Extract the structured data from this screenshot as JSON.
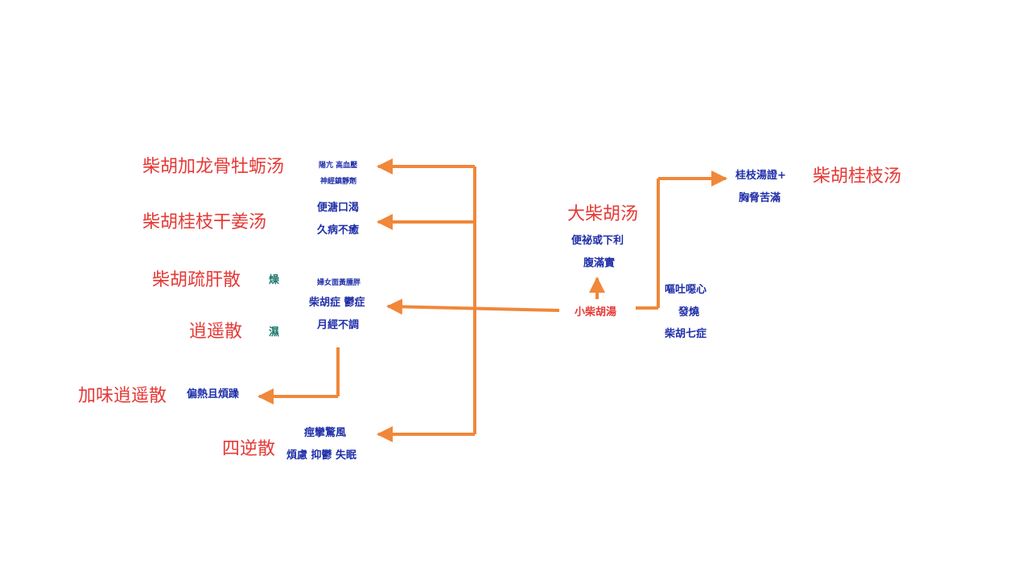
{
  "colors": {
    "formula": "#e53935",
    "symptom": "#1f2fa8",
    "modifier": "#1f7a6e",
    "arrow": "#f0873a"
  },
  "center": {
    "label": "小柴胡湯"
  },
  "right": {
    "upper_formula": "大柴胡汤",
    "upper_symptoms": [
      "便祕或下利",
      "腹滿實"
    ],
    "symptoms_right": [
      "嘔吐噁心",
      "發燒",
      "柴胡七症"
    ],
    "gz_symptoms": [
      "桂枝湯證+",
      "胸脅苦滿"
    ],
    "gz_formula": "柴胡桂枝汤"
  },
  "left": {
    "longgu": {
      "formula": "柴胡加龙骨牡蛎汤",
      "symptoms": [
        "陽亢 高血壓",
        "神經鎮靜劑"
      ]
    },
    "guizhiganjiang": {
      "formula": "柴胡桂枝干姜汤",
      "symptoms": [
        "便溏口渴",
        "久病不癒"
      ]
    },
    "shugan": {
      "formula": "柴胡疏肝散",
      "modifier": "燥"
    },
    "xiaoyao": {
      "formula": "逍遥散",
      "modifier": "濕"
    },
    "mid_symptoms": [
      "婦女面黃腫胖",
      "柴胡症 鬱症",
      "月經不調"
    ],
    "jiawei": {
      "formula": "加味逍遥散",
      "symptoms": [
        "偏熱且煩躁"
      ]
    },
    "sini": {
      "formula": "四逆散",
      "symptoms": [
        "痙攣驚風",
        "煩慮 抑鬱 失眠"
      ]
    }
  }
}
